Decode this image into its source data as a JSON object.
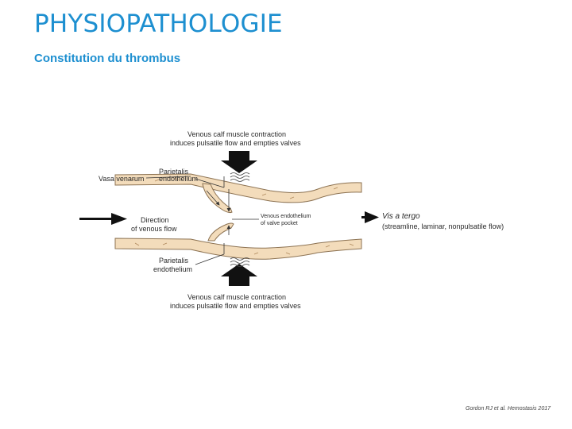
{
  "slide": {
    "title": "PHYSIOPATHOLOGIE",
    "subtitle": "Constitution du thrombus",
    "caption": "Gordon RJ et al. Hemostasis 2017"
  },
  "diagram": {
    "top_contraction": [
      "Venous calf muscle contraction",
      "induces pulsatile flow and empties valves"
    ],
    "bottom_contraction": [
      "Venous calf muscle contraction",
      "induces pulsatile flow and empties valves"
    ],
    "parietalis_top": [
      "Parietalis",
      "endothelium"
    ],
    "parietalis_bottom": [
      "Parietalis",
      "endothelium"
    ],
    "vasa_venarum": "Vasa venarum",
    "direction": [
      "Direction",
      "of venous flow"
    ],
    "valve_pocket": [
      "Venous endothelium",
      "of valve pocket"
    ],
    "vis_a_tergo": "Vis a tergo",
    "vis_a_tergo_detail": "(streamline, laminar, nonpulsatile flow)"
  },
  "colors": {
    "title": "#1d8fd0",
    "vessel_wall_fill": "#f3dcbb",
    "vessel_wall_stroke": "#8c7252",
    "arrow": "#111111"
  }
}
